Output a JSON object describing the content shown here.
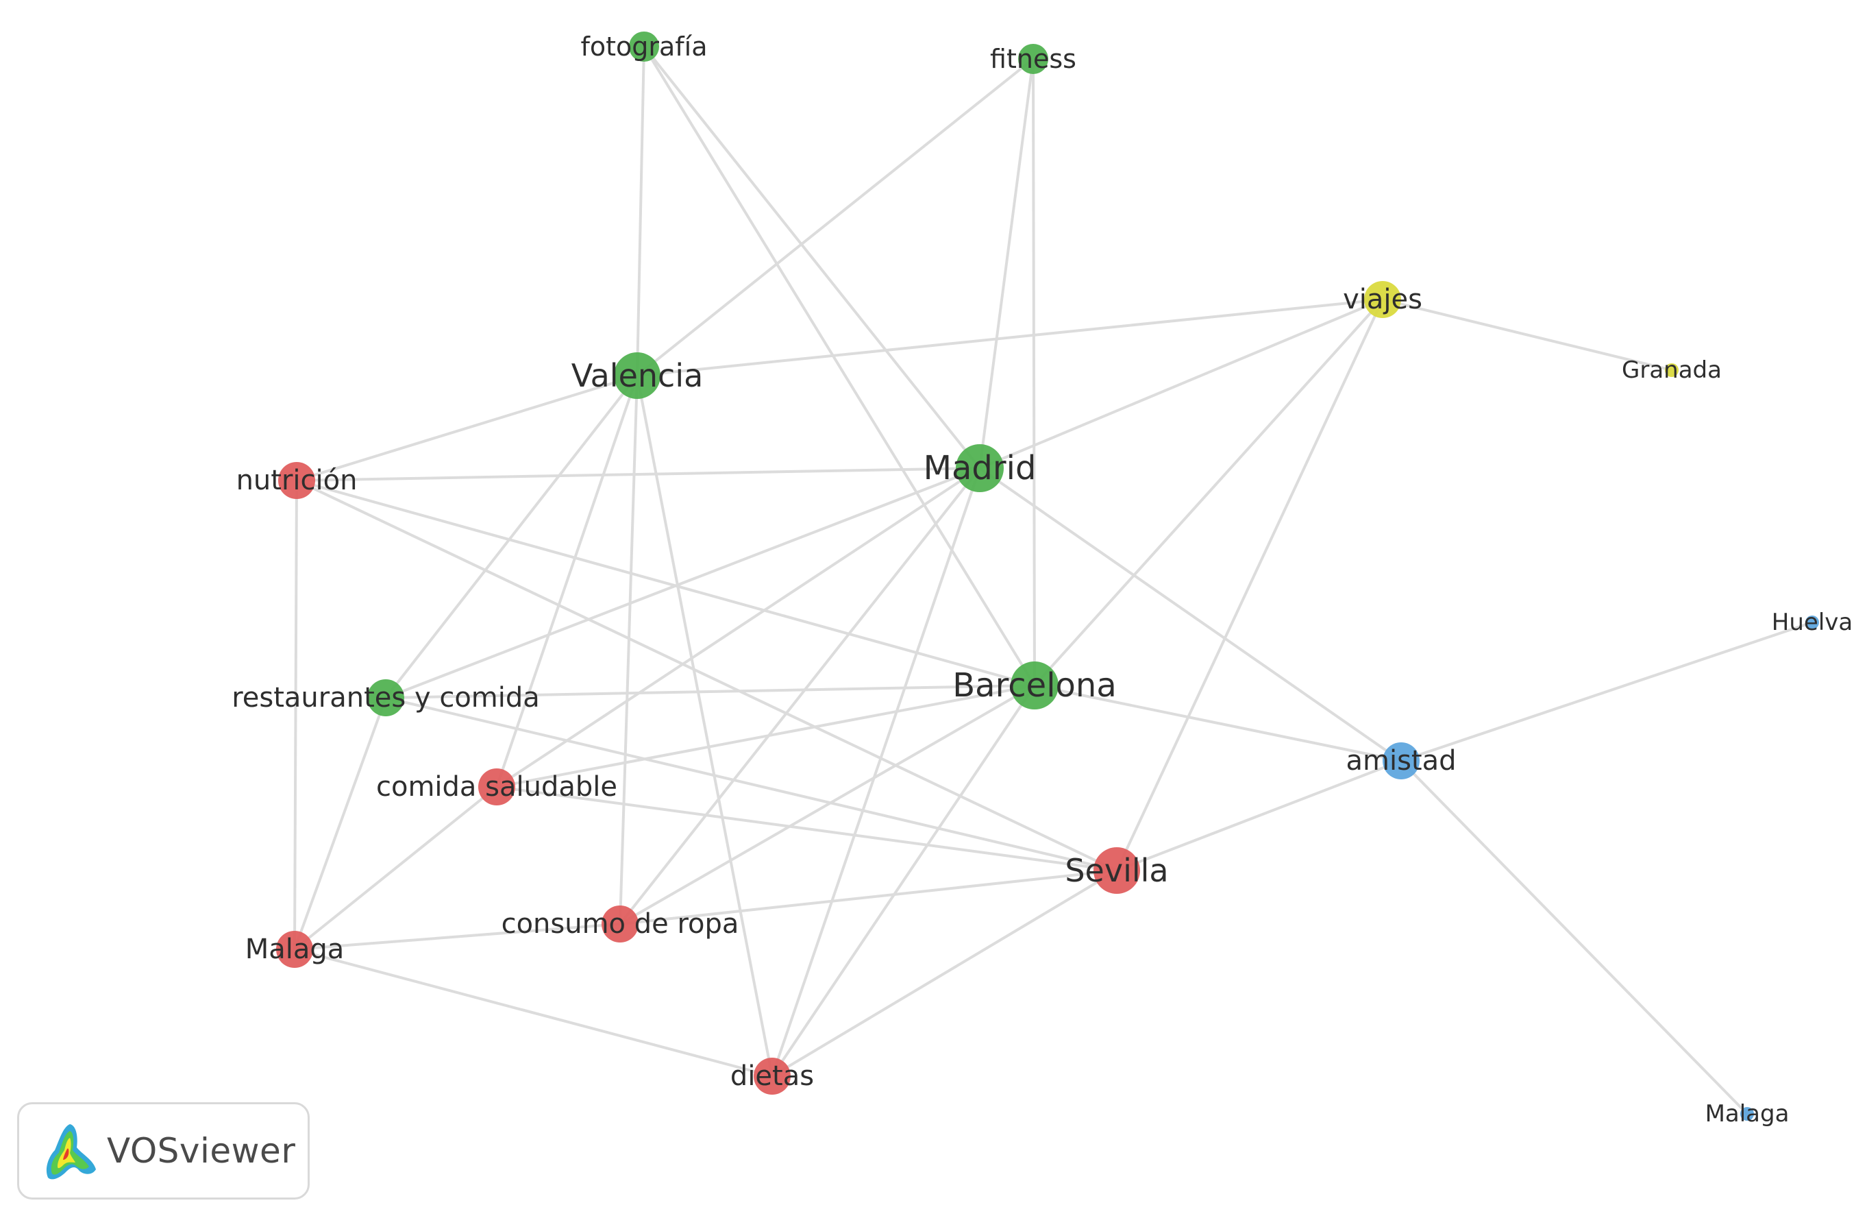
{
  "clusters": {
    "red": "#e05a5a",
    "green": "#4db04d",
    "blue": "#5aa4dd",
    "yellow": "#d9d93a"
  },
  "edge_color": "#dcdcdc",
  "nodes": [
    {
      "id": "fotografia",
      "label": "fotografía",
      "cluster": "green",
      "weight": 1
    },
    {
      "id": "fitness",
      "label": "fitness",
      "cluster": "green",
      "weight": 1
    },
    {
      "id": "viajes",
      "label": "viajes",
      "cluster": "yellow",
      "weight": 2
    },
    {
      "id": "granada",
      "label": "Granada",
      "cluster": "yellow",
      "weight": 0
    },
    {
      "id": "valencia",
      "label": "Valencia",
      "cluster": "green",
      "weight": 4
    },
    {
      "id": "madrid",
      "label": "Madrid",
      "cluster": "green",
      "weight": 5
    },
    {
      "id": "nutricion",
      "label": "nutrición",
      "cluster": "red",
      "weight": 2
    },
    {
      "id": "huelva",
      "label": "Huelva",
      "cluster": "blue",
      "weight": 0
    },
    {
      "id": "restaurantes",
      "label": "restaurantes y comida",
      "cluster": "green",
      "weight": 2
    },
    {
      "id": "barcelona",
      "label": "Barcelona",
      "cluster": "green",
      "weight": 5
    },
    {
      "id": "amistad",
      "label": "amistad",
      "cluster": "blue",
      "weight": 2
    },
    {
      "id": "comida",
      "label": "comida saludable",
      "cluster": "red",
      "weight": 2
    },
    {
      "id": "sevilla",
      "label": "Sevilla",
      "cluster": "red",
      "weight": 4
    },
    {
      "id": "consumo",
      "label": "consumo de ropa",
      "cluster": "red",
      "weight": 2
    },
    {
      "id": "malaga",
      "label": "Malaga",
      "cluster": "red",
      "weight": 2
    },
    {
      "id": "dietas",
      "label": "dietas",
      "cluster": "red",
      "weight": 2
    },
    {
      "id": "malaga2",
      "label": "Malaga",
      "cluster": "blue",
      "weight": 0
    }
  ],
  "edges": [
    [
      "fotografia",
      "valencia"
    ],
    [
      "fotografia",
      "madrid"
    ],
    [
      "fotografia",
      "barcelona"
    ],
    [
      "fitness",
      "valencia"
    ],
    [
      "fitness",
      "madrid"
    ],
    [
      "fitness",
      "barcelona"
    ],
    [
      "viajes",
      "valencia"
    ],
    [
      "viajes",
      "madrid"
    ],
    [
      "viajes",
      "barcelona"
    ],
    [
      "viajes",
      "sevilla"
    ],
    [
      "viajes",
      "granada"
    ],
    [
      "valencia",
      "nutricion"
    ],
    [
      "valencia",
      "restaurantes"
    ],
    [
      "valencia",
      "comida"
    ],
    [
      "valencia",
      "consumo"
    ],
    [
      "valencia",
      "dietas"
    ],
    [
      "madrid",
      "nutricion"
    ],
    [
      "madrid",
      "restaurantes"
    ],
    [
      "madrid",
      "comida"
    ],
    [
      "madrid",
      "consumo"
    ],
    [
      "madrid",
      "dietas"
    ],
    [
      "madrid",
      "amistad"
    ],
    [
      "nutricion",
      "malaga"
    ],
    [
      "nutricion",
      "barcelona"
    ],
    [
      "nutricion",
      "sevilla"
    ],
    [
      "restaurantes",
      "barcelona"
    ],
    [
      "restaurantes",
      "sevilla"
    ],
    [
      "restaurantes",
      "malaga"
    ],
    [
      "barcelona",
      "comida"
    ],
    [
      "barcelona",
      "consumo"
    ],
    [
      "barcelona",
      "dietas"
    ],
    [
      "barcelona",
      "amistad"
    ],
    [
      "comida",
      "sevilla"
    ],
    [
      "comida",
      "malaga"
    ],
    [
      "sevilla",
      "consumo"
    ],
    [
      "sevilla",
      "dietas"
    ],
    [
      "sevilla",
      "amistad"
    ],
    [
      "consumo",
      "malaga"
    ],
    [
      "malaga",
      "dietas"
    ],
    [
      "amistad",
      "huelva"
    ],
    [
      "amistad",
      "malaga2"
    ]
  ],
  "branding": {
    "name": "VOSviewer"
  }
}
